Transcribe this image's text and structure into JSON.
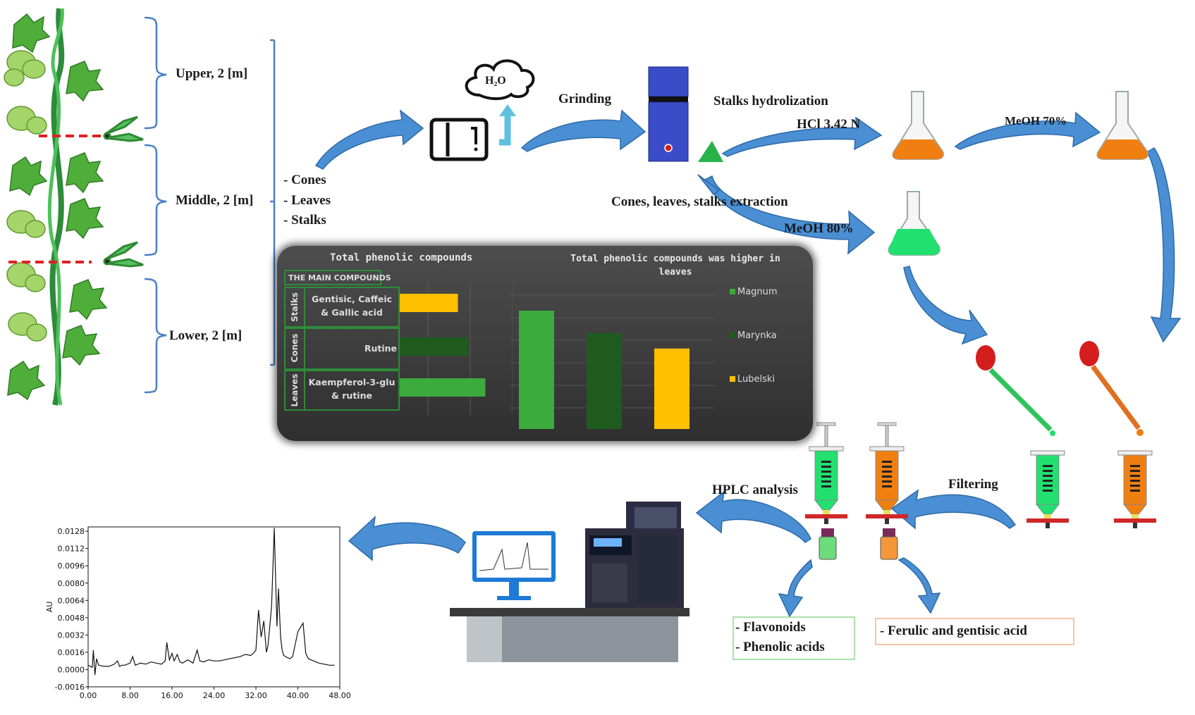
{
  "plant_sections": {
    "upper": "Upper, 2 [m]",
    "middle": "Middle, 2 [m]",
    "lower": "Lower, 2 [m]"
  },
  "parts_list": [
    "- Cones",
    "- Leaves",
    "- Stalks"
  ],
  "steps": {
    "drying_label": "H₂O",
    "grinding": "Grinding",
    "stalks_hydrolization": "Stalks hydrolization",
    "hcl": "HCl 3.42 N",
    "meoh70": "MeOH 70%",
    "extraction": "Cones, leaves, stalks extraction",
    "meoh80": "MeOH 80%",
    "filtering": "Filtering",
    "hplc": "HPLC analysis"
  },
  "outputs": {
    "green_box": [
      "- Flavonoids",
      "- Phenolic acids"
    ],
    "orange_box": "- Ferulic and gentisic acid"
  },
  "colors": {
    "arrow": "#4a8fd4",
    "arrow_edge": "#2d6aa8",
    "orange_solution": "#f07f12",
    "green_solution": "#22e070",
    "magnum": "#3caa3c",
    "marynka": "#1f5b1f",
    "lubelski": "#ffc000"
  },
  "panel": {
    "left_title": "Total phenolic compounds",
    "main_compounds_label": "THE MAIN COMPOUNDS",
    "rows": [
      {
        "part": "Stalks",
        "compounds": "Gentisic, Caffeic & Gallic acid",
        "color": "#ffc000",
        "value": 0.55
      },
      {
        "part": "Cones",
        "compounds": "Rutine",
        "color": "#1f5b1f",
        "value": 0.65
      },
      {
        "part": "Leaves",
        "compounds": "Kaempferol-3-glu & rutine",
        "color": "#3caa3c",
        "value": 0.81
      }
    ],
    "right_title": "Total phenolic compounds was higher in leaves"
  },
  "chart_data": [
    {
      "type": "bar",
      "title": "Total phenolic compounds was higher in leaves",
      "categories": [
        "Magnum",
        "Marynka",
        "Lubelski"
      ],
      "series": [
        {
          "name": "Magnum",
          "values": [
            1.0
          ]
        },
        {
          "name": "Marynka",
          "values": [
            0.81
          ]
        },
        {
          "name": "Lubelski",
          "values": [
            0.68
          ]
        }
      ],
      "legend": "right",
      "grid": true
    },
    {
      "type": "line",
      "title": "",
      "xlabel": "",
      "ylabel": "AU",
      "xlim": [
        0,
        48
      ],
      "ylim": [
        -0.0016,
        0.0132
      ],
      "xticks": [
        "0.00",
        "8.00",
        "16.00",
        "24.00",
        "32.00",
        "40.00",
        "48.00"
      ],
      "yticks": [
        "0.0128",
        "0.0112",
        "0.0096",
        "0.0080",
        "0.0064",
        "0.0048",
        "0.0032",
        "0.0016",
        "0.0000",
        "-0.0016"
      ],
      "x": [
        0,
        0.8,
        1,
        1.3,
        1.6,
        2,
        3,
        4,
        5,
        5.6,
        6,
        6.5,
        7,
        8,
        8.5,
        9,
        9.5,
        10,
        11,
        12,
        13,
        14,
        14.7,
        15,
        15.5,
        16,
        16.4,
        17,
        17.5,
        18,
        19,
        20,
        20.8,
        21.3,
        22,
        23,
        24,
        25,
        26,
        27,
        28,
        29,
        30,
        31,
        31.5,
        32,
        32.5,
        33,
        33.5,
        34,
        34.3,
        34.8,
        35,
        35.5,
        36,
        36.3,
        36.7,
        37,
        37.3,
        38,
        38.5,
        39,
        40,
        41,
        41.5,
        42,
        42.5,
        43,
        44,
        45,
        46,
        47,
        48
      ],
      "y": [
        0.0004,
        0.0002,
        0.0018,
        -0.0005,
        0.001,
        0.0004,
        0.0003,
        0.0003,
        0.0005,
        0.0008,
        0.0003,
        0.0004,
        0.0004,
        0.0006,
        0.0012,
        0.0004,
        0.0005,
        0.0006,
        0.0005,
        0.0007,
        0.0006,
        0.0005,
        0.0008,
        0.0025,
        0.0009,
        0.0015,
        0.0008,
        0.0014,
        0.0007,
        0.0006,
        0.0009,
        0.0006,
        0.0018,
        0.0008,
        0.0007,
        0.0009,
        0.0008,
        0.0008,
        0.0009,
        0.001,
        0.0011,
        0.0012,
        0.0014,
        0.0013,
        0.0015,
        0.0018,
        0.0055,
        0.003,
        0.0045,
        0.0016,
        0.0022,
        0.0048,
        0.006,
        0.0131,
        0.004,
        0.0075,
        0.003,
        0.0018,
        0.0013,
        0.0011,
        0.001,
        0.0012,
        0.0035,
        0.0043,
        0.0015,
        0.001,
        0.0009,
        0.0008,
        0.0006,
        0.0005,
        0.0004,
        0.0004
      ]
    }
  ]
}
